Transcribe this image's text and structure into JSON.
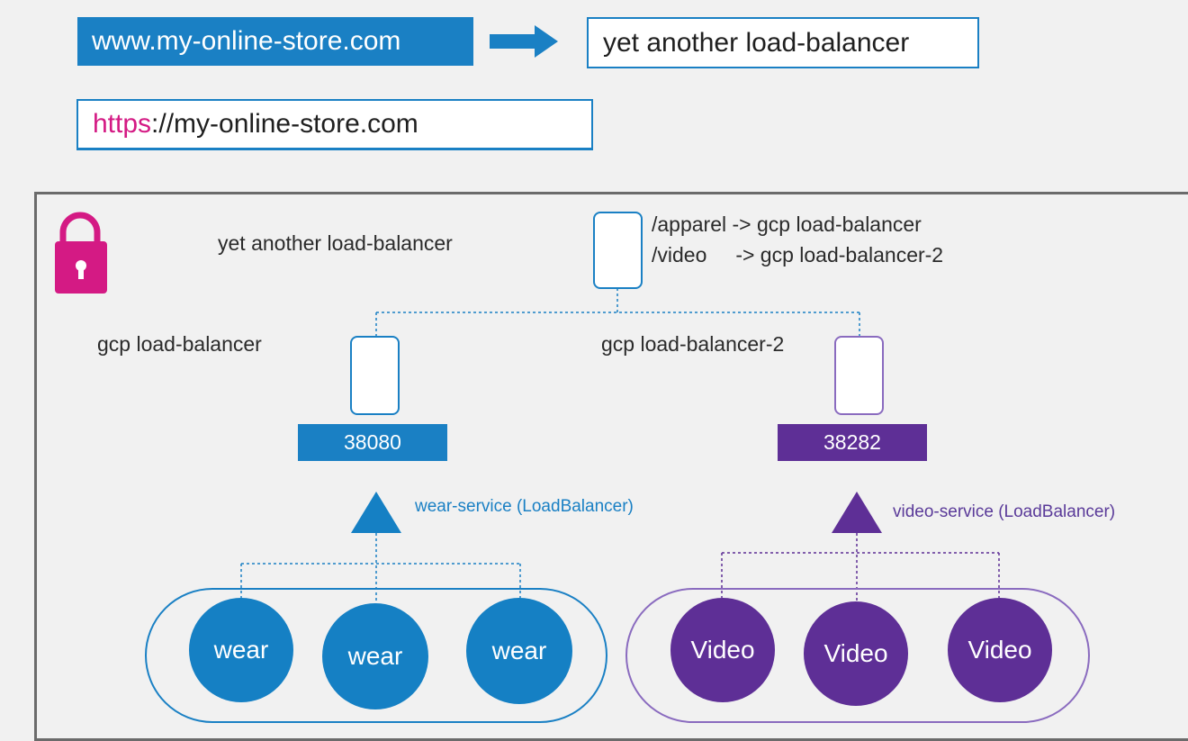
{
  "top": {
    "domain_url": "www.my-online-store.com",
    "target_box": "yet another load-balancer",
    "https_proto": "https",
    "https_rest": "://my-online-store.com"
  },
  "cluster": {
    "ingress_label": "yet another load-balancer",
    "route_1": "/apparel -> gcp load-balancer",
    "route_2": "/video     -> gcp load-balancer-2",
    "lb1_label": "gcp load-balancer",
    "lb2_label": "gcp load-balancer-2",
    "port_wear": "38080",
    "port_video": "38282",
    "wear_service": "wear-service (LoadBalancer)",
    "video_service": "video-service (LoadBalancer)",
    "wear_pods": [
      "wear",
      "wear",
      "wear"
    ],
    "video_pods": [
      "Video",
      "Video",
      "Video"
    ]
  },
  "colors": {
    "blue": "#1a80c4",
    "purple": "#5e2f96",
    "magenta": "#d41a84"
  },
  "icons": [
    "arrow-right-icon",
    "lock-icon",
    "load-balancer-icon",
    "service-triangle-icon"
  ]
}
